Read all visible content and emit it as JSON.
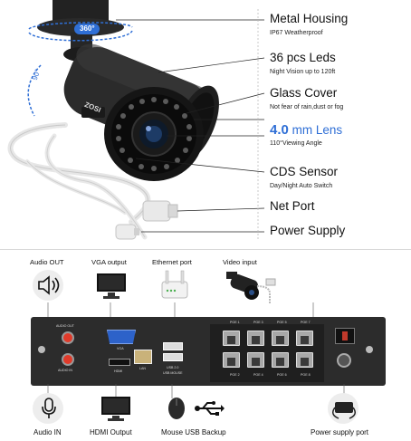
{
  "camera": {
    "rotation_label": "360°",
    "tilt_label": "90°",
    "brand": "ZOSI"
  },
  "specs": [
    {
      "title": "Metal Housing",
      "sub": "IP67 Weatherproof"
    },
    {
      "title": "36 pcs Leds",
      "sub": "Night Vision up to 120ft"
    },
    {
      "title": "Glass Cover",
      "sub": "Not fear of rain,dust or fog"
    },
    {
      "title_big": "4.0",
      "title": " mm Lens",
      "sub": "110°Viewing Angle"
    },
    {
      "title": "CDS Sensor",
      "sub": "Day/Night Auto Switch"
    },
    {
      "title": "Net Port",
      "sub": ""
    },
    {
      "title": "Power Supply",
      "sub": ""
    }
  ],
  "ports_top": {
    "audio_out": "Audio OUT",
    "vga_output": "VGA output",
    "ethernet_port": "Ethernet port",
    "video_input": "Video input"
  },
  "ports_bottom": {
    "audio_in": "Audio IN",
    "hdmi_output": "HDMI Output",
    "mouse_usb_backup": "Mouse USB Backup",
    "power_supply_port": "Power supply port"
  },
  "nvr": {
    "audio_out": "AUDIO OUT",
    "audio_in": "AUDIO IN",
    "vga": "VGA",
    "hdmi": "HDMI",
    "lan": "LAN",
    "usb": "USB 2.0",
    "usb_sub": "USB MOUSE",
    "poe_top": [
      "POE 1",
      "POE 3",
      "POE 5",
      "POE 7"
    ],
    "poe_bottom": [
      "POE 2",
      "POE 4",
      "POE 6",
      "POE 8"
    ]
  },
  "colors": {
    "accent": "#2f6fd6",
    "nvr_body": "#2c2c2c"
  }
}
